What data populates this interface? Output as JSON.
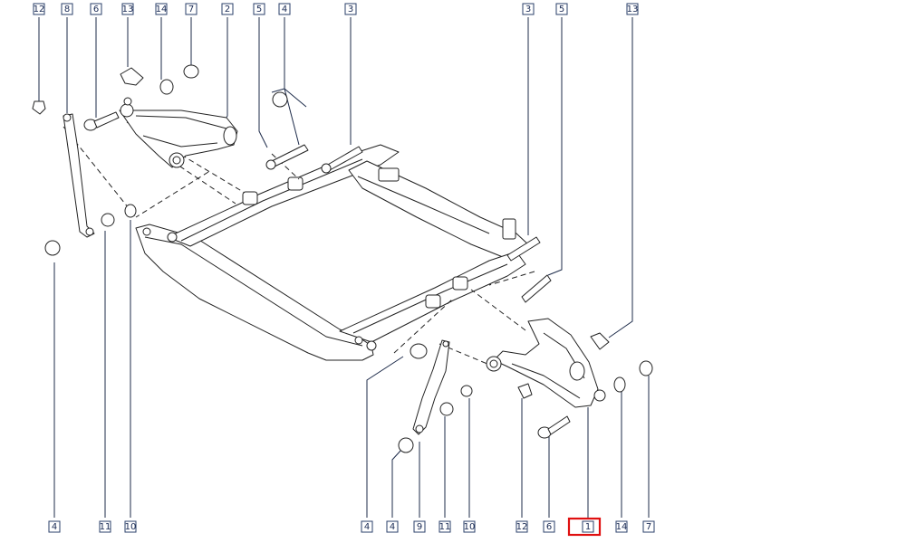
{
  "labels": {
    "top": [
      {
        "id": "t12",
        "text": "12"
      },
      {
        "id": "t8",
        "text": "8"
      },
      {
        "id": "t6",
        "text": "6"
      },
      {
        "id": "t13",
        "text": "13"
      },
      {
        "id": "t14",
        "text": "14"
      },
      {
        "id": "t7",
        "text": "7"
      },
      {
        "id": "t2",
        "text": "2"
      },
      {
        "id": "t5",
        "text": "5"
      },
      {
        "id": "t4",
        "text": "4"
      },
      {
        "id": "t3",
        "text": "3"
      },
      {
        "id": "t3b",
        "text": "3"
      },
      {
        "id": "t5b",
        "text": "5"
      },
      {
        "id": "t13b",
        "text": "13"
      }
    ],
    "bottom": [
      {
        "id": "b4",
        "text": "4"
      },
      {
        "id": "b11",
        "text": "11"
      },
      {
        "id": "b10",
        "text": "10"
      },
      {
        "id": "b4b",
        "text": "4"
      },
      {
        "id": "b4c",
        "text": "4"
      },
      {
        "id": "b9",
        "text": "9"
      },
      {
        "id": "b11b",
        "text": "11"
      },
      {
        "id": "b10b",
        "text": "10"
      },
      {
        "id": "b12",
        "text": "12"
      },
      {
        "id": "b6",
        "text": "6"
      },
      {
        "id": "b1",
        "text": "1"
      },
      {
        "id": "b14",
        "text": "14"
      },
      {
        "id": "b7",
        "text": "7"
      }
    ]
  },
  "highlighted_part": "1",
  "colors": {
    "label_border": "#2a3f6a",
    "label_text": "#1a2b55",
    "highlight": "#e01010",
    "line": "#222222"
  }
}
